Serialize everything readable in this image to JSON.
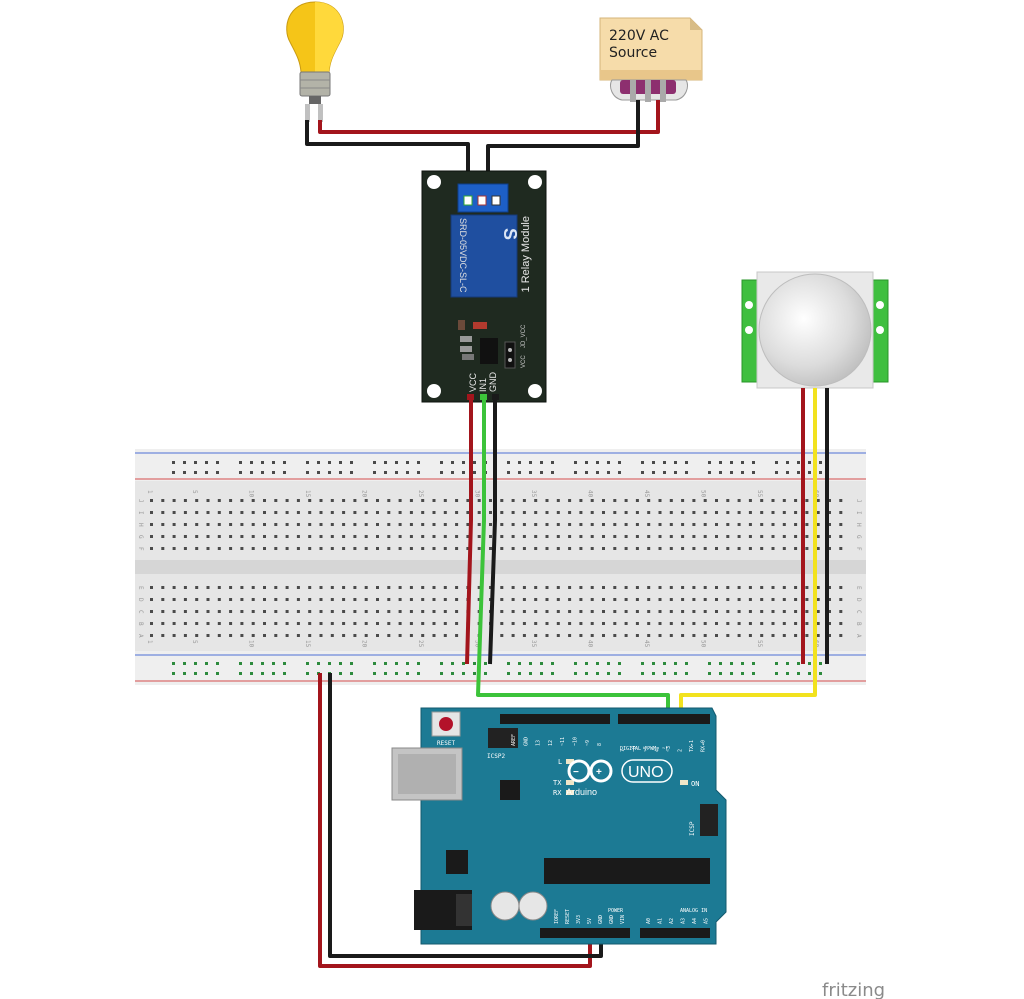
{
  "ac_source": {
    "line1": "220V AC",
    "line2": "Source"
  },
  "relay": {
    "title": "1 Relay Module",
    "part_number": "SRD-05VDC-SL-C",
    "pin_vcc": "VCC",
    "pin_in1": "IN1",
    "pin_gnd": "GND",
    "jumper_vcc": "VCC",
    "jumper_jd": "JD_VCC"
  },
  "breadboard": {
    "column_numbers": [
      "1",
      "5",
      "10",
      "15",
      "20",
      "25",
      "30",
      "35",
      "40",
      "45",
      "50",
      "55",
      "60"
    ],
    "row_letters_top": [
      "J",
      "I",
      "H",
      "G",
      "F"
    ],
    "row_letters_bottom": [
      "E",
      "D",
      "C",
      "B",
      "A"
    ]
  },
  "arduino": {
    "reset_label": "RESET",
    "icsp2_label": "ICSP2",
    "icsp_label": "ICSP",
    "led_l": "L",
    "led_tx": "TX",
    "led_rx": "RX",
    "on_label": "ON",
    "logo_text": "UNO",
    "brand": "Arduino",
    "digital_label": "DIGITAL (PWM= ~)",
    "power_label": "POWER",
    "analog_label": "ANALOG IN",
    "top_pins_left": [
      "AREF",
      "GND",
      "13",
      "12",
      "~11",
      "~10",
      "~9",
      "8"
    ],
    "top_pins_right": [
      "7",
      "~6",
      "~5",
      "4",
      "~3",
      "2",
      "TX▸1",
      "RX◂0"
    ],
    "power_pins": [
      "IOREF",
      "RESET",
      "3V3",
      "5V",
      "GND",
      "GND",
      "VIN"
    ],
    "analog_pins": [
      "A0",
      "A1",
      "A2",
      "A3",
      "A4",
      "A5"
    ]
  },
  "watermark": "fritzing",
  "colors": {
    "wire_red": "#a3151c",
    "wire_black": "#1a1a1a",
    "wire_green": "#3cc33a",
    "wire_yellow": "#f2e21e",
    "relay_board": "#1f2a20",
    "relay_coil": "#1f4fa0",
    "arduino_board": "#1c7a94",
    "pir_board": "#3fbf3f"
  }
}
